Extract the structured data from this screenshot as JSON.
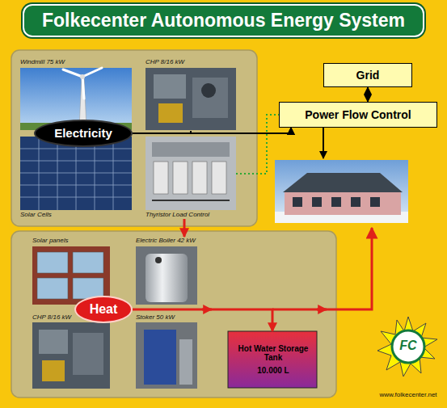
{
  "diagram": {
    "title": "Folkecenter Autonomous Energy System",
    "nodes": [
      {
        "text": [
          "Windmill 75 kW"
        ]
      },
      {
        "text": [
          "CHP 8/16 kW"
        ]
      },
      {
        "text": [
          "Electricity"
        ]
      },
      {
        "text": [
          "Solar Cells"
        ]
      },
      {
        "text": [
          "Thyristor Load Control"
        ]
      },
      {
        "text": [
          "Grid"
        ]
      },
      {
        "text": [
          "Power Flow Control"
        ]
      },
      {
        "text": [
          "Solar panels"
        ]
      },
      {
        "text": [
          "Electric Boiler 42 kW"
        ]
      },
      {
        "text": [
          "Heat"
        ]
      },
      {
        "text": [
          "CHP 8/16 kW"
        ]
      },
      {
        "text": [
          "Stoker 50 kW"
        ]
      },
      {
        "text": [
          "Hot Water Storage Tank",
          "10.000 L"
        ]
      }
    ],
    "edges": [
      {
        "from": 1,
        "to": 6,
        "arrow": "to"
      },
      {
        "from": 2,
        "to": 6,
        "arrow": "to"
      },
      {
        "from": 5,
        "to": 6,
        "arrow": "both"
      },
      {
        "from": 4,
        "to": 6,
        "arrow": "none"
      },
      {
        "from": 4,
        "to": 8,
        "arrow": "to"
      },
      {
        "from": 9,
        "to": 12,
        "arrow": "to"
      }
    ],
    "labels": [
      "FC",
      "www.folkecenter.net"
    ]
  }
}
